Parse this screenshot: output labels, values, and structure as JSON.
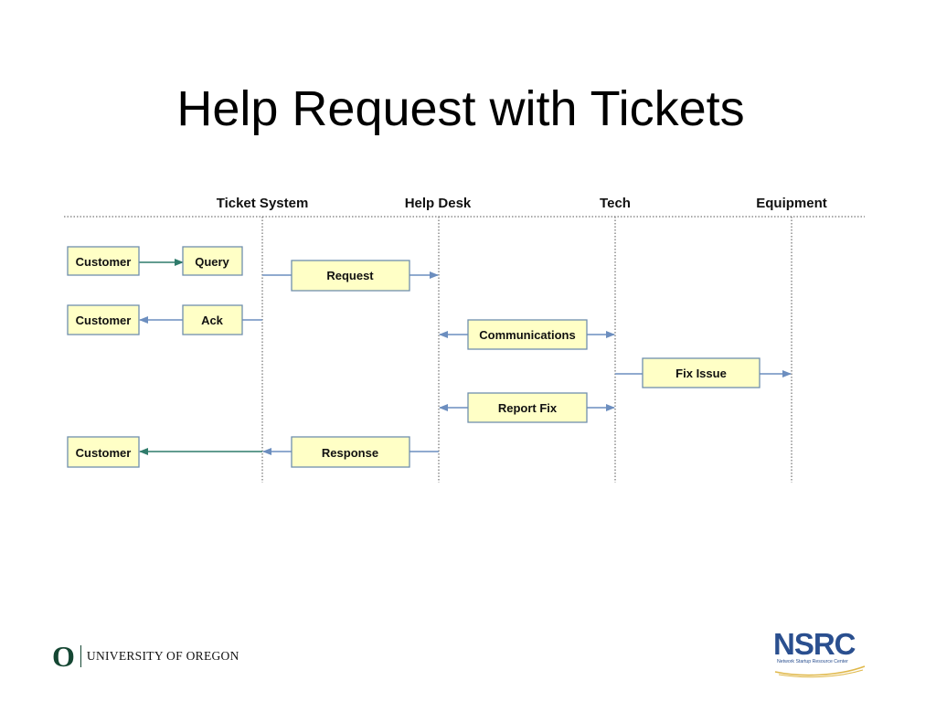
{
  "title": "Help Request with Tickets",
  "lanes": {
    "ticket_system": "Ticket System",
    "help_desk": "Help Desk",
    "tech": "Tech",
    "equipment": "Equipment"
  },
  "boxes": {
    "customer_1": "Customer",
    "query": "Query",
    "request": "Request",
    "customer_2": "Customer",
    "ack": "Ack",
    "communications": "Communications",
    "fix_issue": "Fix Issue",
    "report_fix": "Report Fix",
    "customer_3": "Customer",
    "response": "Response"
  },
  "footer": {
    "university_mark": "O",
    "university_name": "UNIVERSITY OF OREGON",
    "nsrc_logo_text": "NSRC",
    "nsrc_tagline": "Network Startup Resource Center"
  },
  "colors": {
    "box_fill": "#ffffc6",
    "box_border": "#6f8fae",
    "blue_arrow": "#6c8ebf",
    "teal_arrow": "#2f7b6b",
    "oregon_green": "#154733",
    "nsrc_blue": "#2a4f8f",
    "nsrc_gold": "#e0b84a"
  }
}
